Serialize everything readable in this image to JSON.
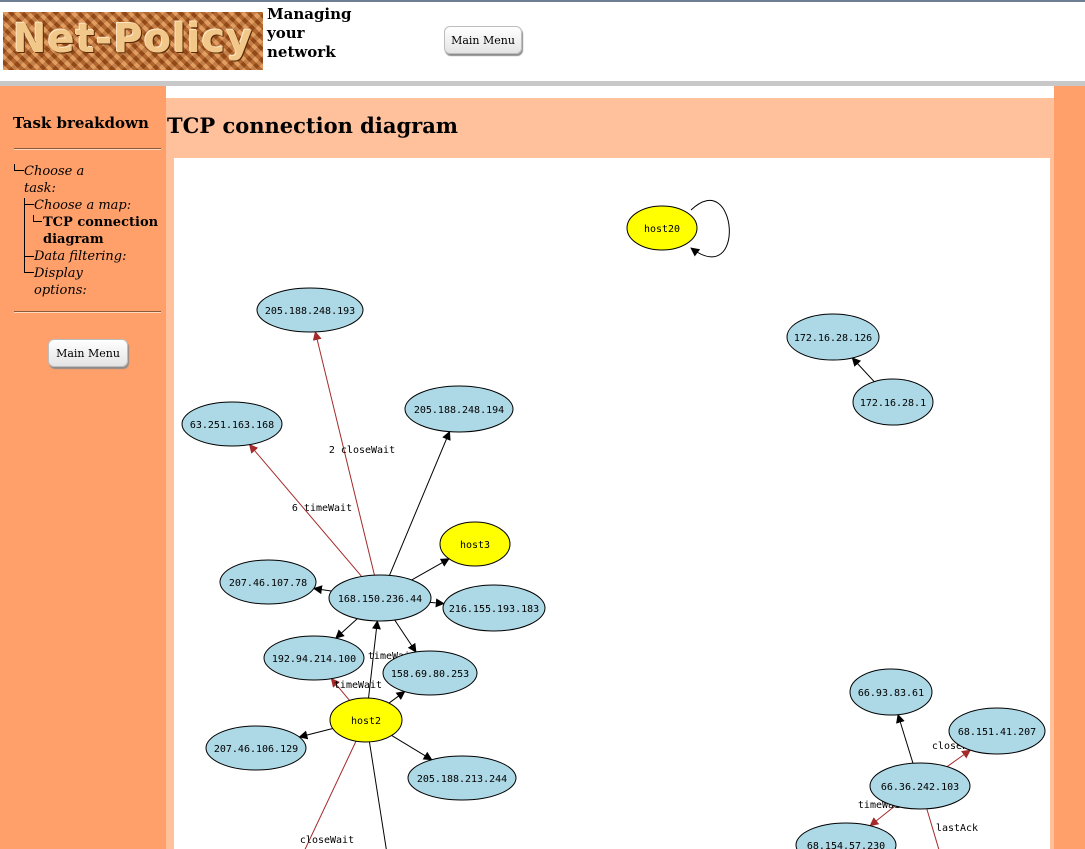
{
  "header": {
    "logo_text": "Net-Policy",
    "tagline": [
      "Managing",
      "your",
      "network"
    ],
    "main_menu_label": "Main Menu"
  },
  "sidebar": {
    "title": "Task breakdown",
    "tree": {
      "choose_task": [
        "Choose a",
        "task:"
      ],
      "choose_map": "Choose a map:",
      "current": [
        "TCP connection",
        "diagram"
      ],
      "data_filtering": "Data filtering:",
      "display_options": [
        "Display",
        "options:"
      ]
    },
    "main_menu_label": "Main Menu"
  },
  "main": {
    "title": "TCP connection diagram"
  },
  "colors": {
    "peach": "#ffa06b",
    "panel": "#ffc09c",
    "node_host": "#ffff00",
    "node_remote": "#add8e6",
    "edge_red": "#a52a2a",
    "edge_black": "#000000"
  },
  "diagram": {
    "nodes": [
      {
        "id": "host20",
        "label": "host20",
        "kind": "host"
      },
      {
        "id": "n205_193",
        "label": "205.188.248.193",
        "kind": "remote"
      },
      {
        "id": "n172_126",
        "label": "172.16.28.126",
        "kind": "remote"
      },
      {
        "id": "n172_1",
        "label": "172.16.28.1",
        "kind": "remote"
      },
      {
        "id": "n205_194",
        "label": "205.188.248.194",
        "kind": "remote"
      },
      {
        "id": "n63",
        "label": "63.251.163.168",
        "kind": "remote"
      },
      {
        "id": "host3",
        "label": "host3",
        "kind": "host"
      },
      {
        "id": "n207_78",
        "label": "207.46.107.78",
        "kind": "remote"
      },
      {
        "id": "n168",
        "label": "168.150.236.44",
        "kind": "remote"
      },
      {
        "id": "n216",
        "label": "216.155.193.183",
        "kind": "remote"
      },
      {
        "id": "n192",
        "label": "192.94.214.100",
        "kind": "remote"
      },
      {
        "id": "n158",
        "label": "158.69.80.253",
        "kind": "remote"
      },
      {
        "id": "host2",
        "label": "host2",
        "kind": "host"
      },
      {
        "id": "n207_129",
        "label": "207.46.106.129",
        "kind": "remote"
      },
      {
        "id": "n205_244",
        "label": "205.188.213.244",
        "kind": "remote"
      },
      {
        "id": "n66_93",
        "label": "66.93.83.61",
        "kind": "remote"
      },
      {
        "id": "n68_151",
        "label": "68.151.41.207",
        "kind": "remote"
      },
      {
        "id": "n66_36",
        "label": "66.36.242.103",
        "kind": "remote"
      },
      {
        "id": "n68_154",
        "label": "68.154.57.230",
        "kind": "remote"
      }
    ],
    "edges": [
      {
        "from": "host20",
        "to": "host20",
        "label": "",
        "color": "black"
      },
      {
        "from": "n172_1",
        "to": "n172_126",
        "label": "",
        "color": "black"
      },
      {
        "from": "n168",
        "to": "n205_193",
        "label": "2 closeWait",
        "color": "red"
      },
      {
        "from": "n168",
        "to": "n63",
        "label": "6 timeWait",
        "color": "red"
      },
      {
        "from": "n168",
        "to": "n205_194",
        "label": "",
        "color": "black"
      },
      {
        "from": "n168",
        "to": "host3",
        "label": "",
        "color": "black"
      },
      {
        "from": "n168",
        "to": "n207_78",
        "label": "",
        "color": "black"
      },
      {
        "from": "n168",
        "to": "n216",
        "label": "",
        "color": "black"
      },
      {
        "from": "n168",
        "to": "n192",
        "label": "",
        "color": "black"
      },
      {
        "from": "n168",
        "to": "n158",
        "label": "",
        "color": "black"
      },
      {
        "from": "host2",
        "to": "n168",
        "label": "timeWait",
        "color": "black"
      },
      {
        "from": "host2",
        "to": "n192",
        "label": "timeWait",
        "color": "red"
      },
      {
        "from": "host2",
        "to": "n158",
        "label": "",
        "color": "black"
      },
      {
        "from": "host2",
        "to": "n207_129",
        "label": "",
        "color": "black"
      },
      {
        "from": "host2",
        "to": "n205_244",
        "label": "",
        "color": "black"
      },
      {
        "from": "host2",
        "to": "out_left",
        "label": "closeWait",
        "color": "red"
      },
      {
        "from": "host2",
        "to": "out_mid",
        "label": "",
        "color": "black"
      },
      {
        "from": "n66_36",
        "to": "n66_93",
        "label": "",
        "color": "black"
      },
      {
        "from": "n66_36",
        "to": "n68_151",
        "label": "closeWait",
        "color": "red"
      },
      {
        "from": "n66_36",
        "to": "n68_154",
        "label": "timeWait",
        "color": "red"
      },
      {
        "from": "n66_36",
        "to": "out_right",
        "label": "lastAck",
        "color": "red"
      }
    ]
  }
}
